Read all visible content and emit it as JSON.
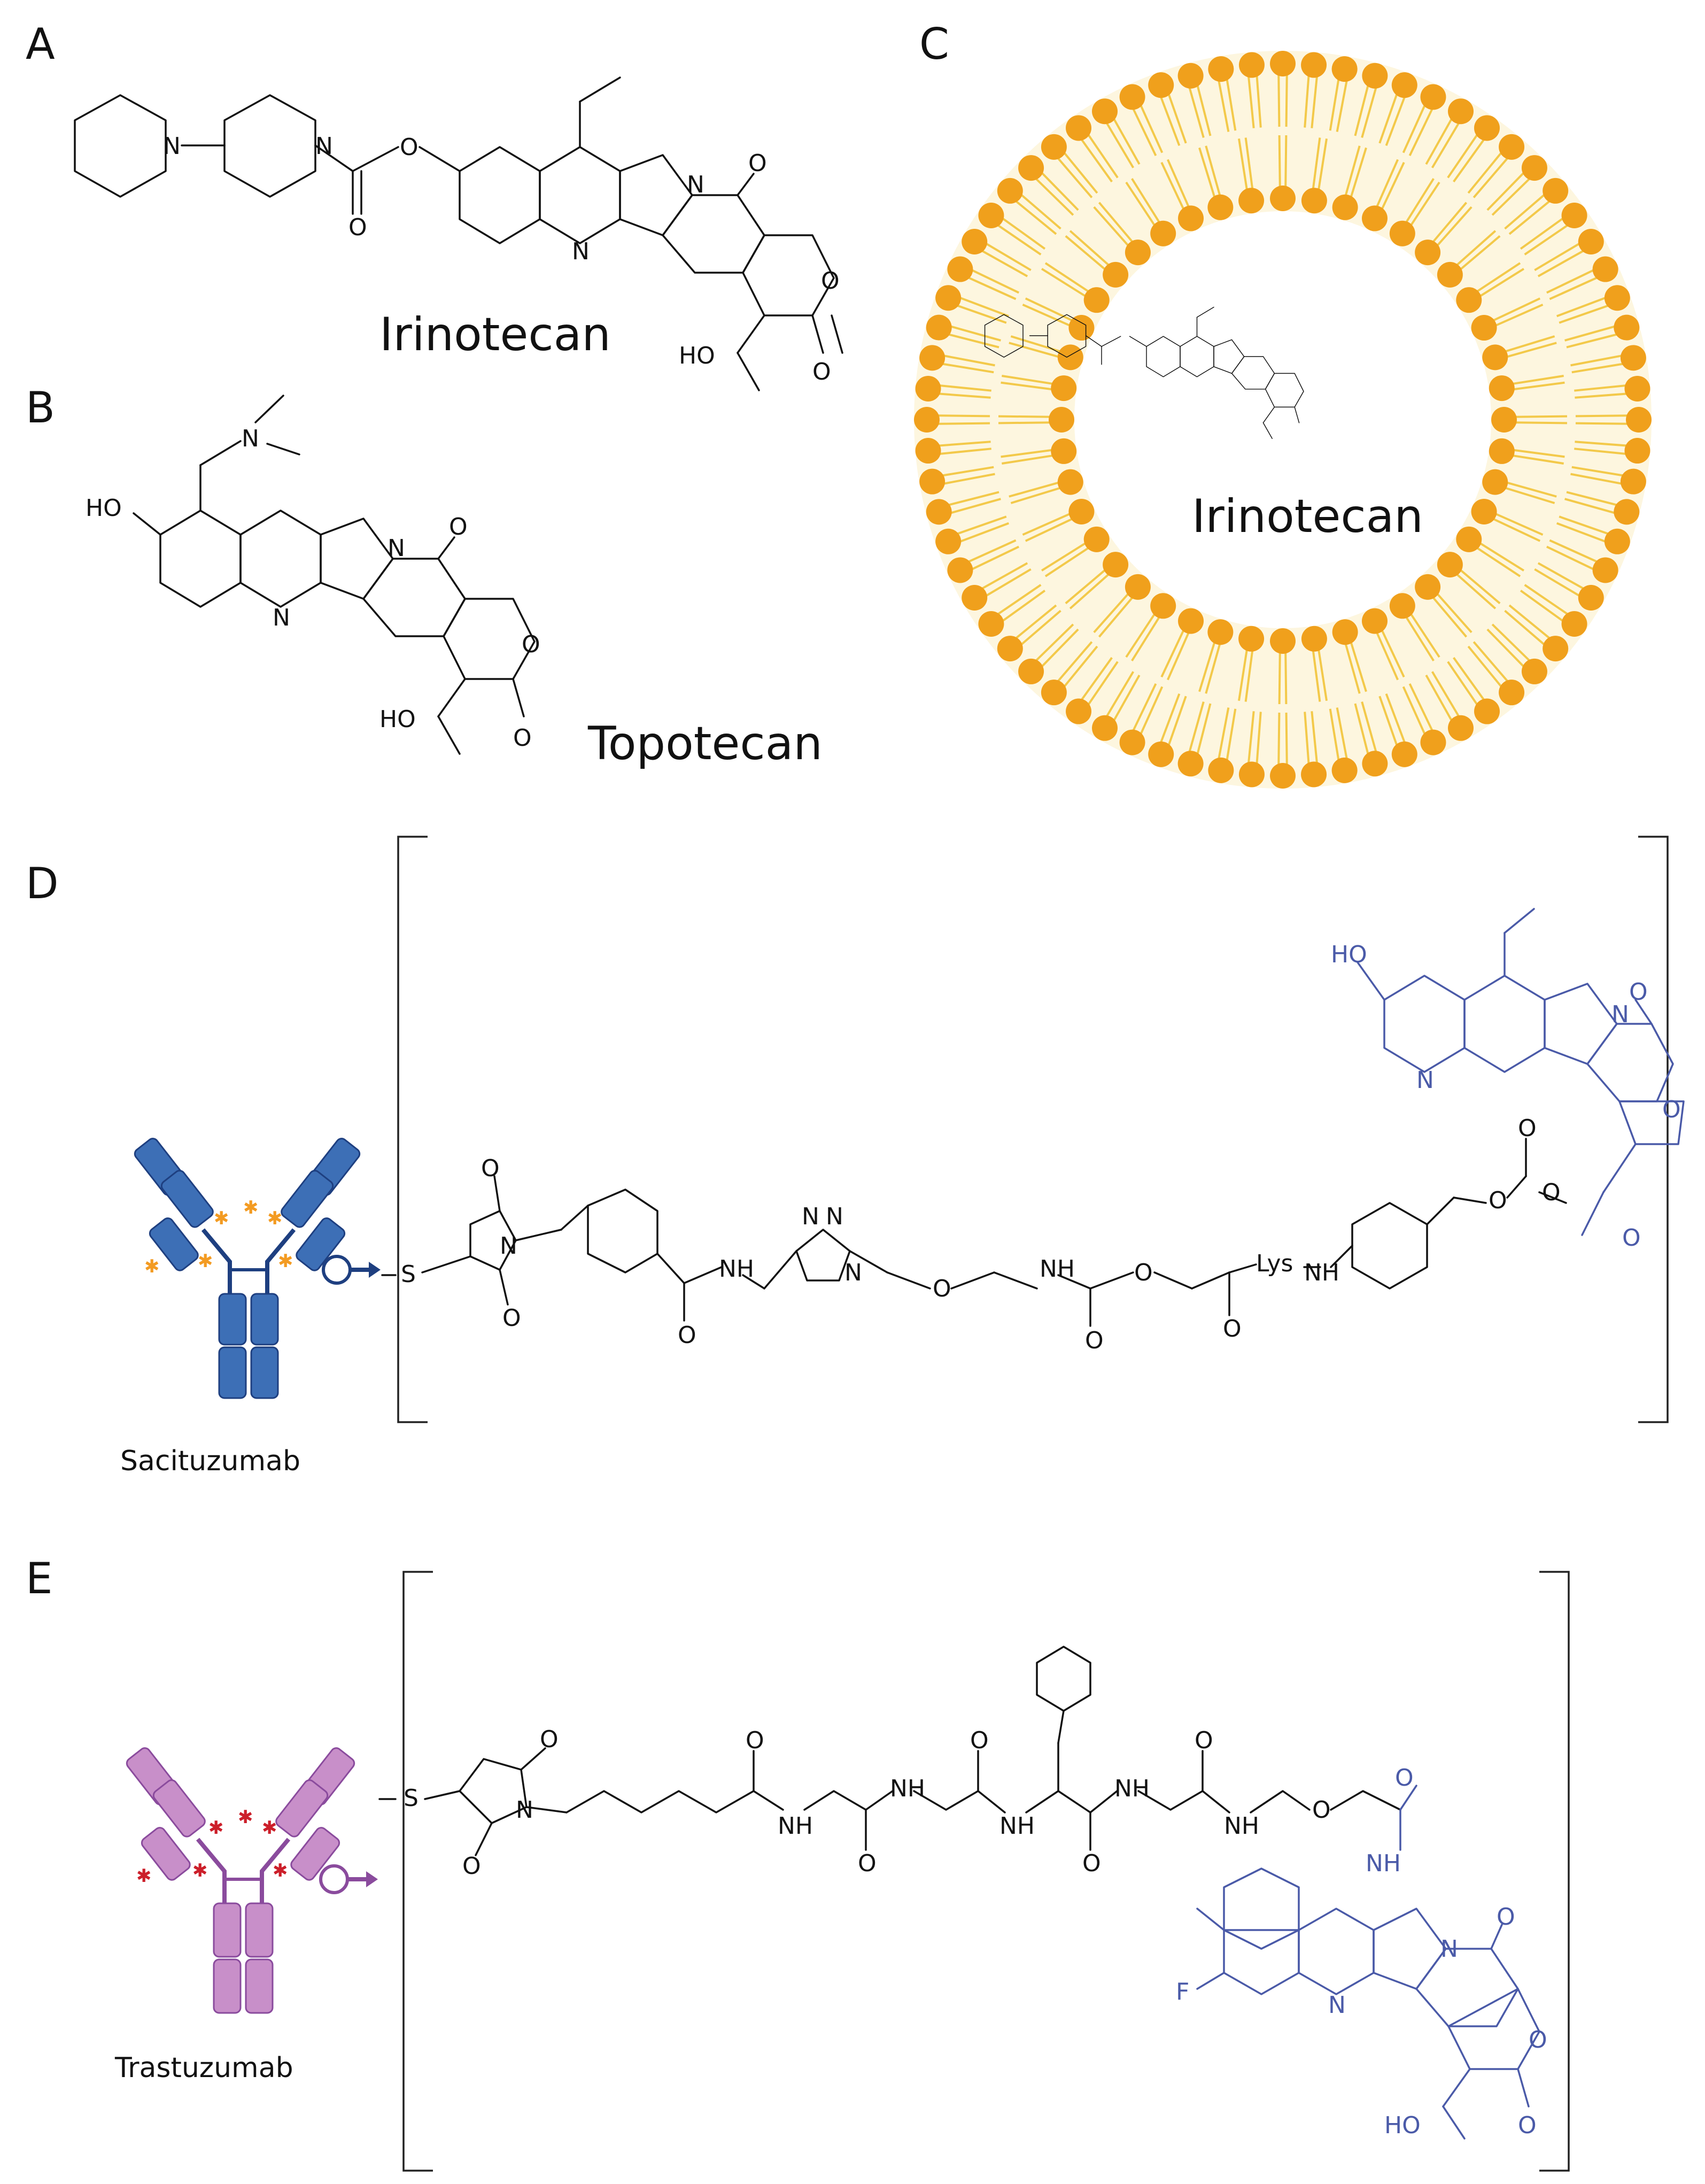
{
  "panels": {
    "a": {
      "letter": "A",
      "compound": "Irinotecan"
    },
    "b": {
      "letter": "B",
      "compound": "Topotecan"
    },
    "c": {
      "letter": "C",
      "compound": "Irinotecan"
    },
    "d": {
      "letter": "D",
      "antibody": "Sacituzumab"
    },
    "e": {
      "letter": "E",
      "antibody": "Trastuzumab"
    }
  },
  "atoms": {
    "n": "N",
    "o": "O",
    "s": "S",
    "f": "F",
    "ho": "HO",
    "nh": "NH",
    "h": "H",
    "lys": "Lys"
  },
  "colors": {
    "liposome_head": "#f0a01c",
    "liposome_tail": "#f3c94a",
    "sacituzumab": "#3d6fb6",
    "sacituzumab_dark": "#1e3f80",
    "trastuzumab": "#c88fc9",
    "trastuzumab_dark": "#8a4b9d",
    "payload_blue": "#4a5aa8",
    "star_orange": "#f39b22",
    "star_red": "#cc1f2a"
  },
  "icons": [
    "liposome-bilayer",
    "antibody-icon",
    "conjugation-site-icon"
  ]
}
